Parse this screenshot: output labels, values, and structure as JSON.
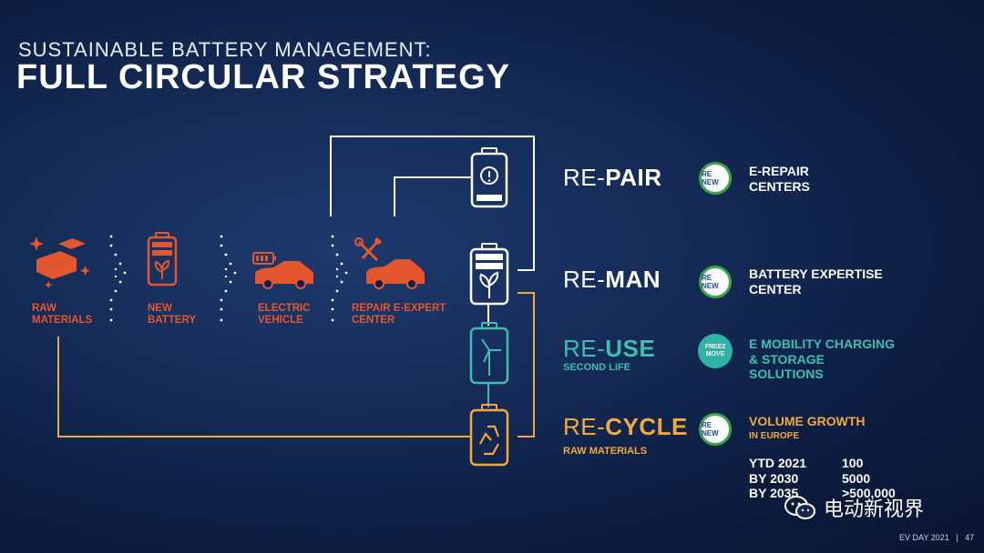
{
  "header": {
    "subtitle": "SUSTAINABLE BATTERY MANAGEMENT:",
    "title": "FULL CIRCULAR STRATEGY"
  },
  "flow": [
    {
      "label_line1": "RAW",
      "label_line2": "MATERIALS",
      "icon": "raw-materials-icon"
    },
    {
      "label_line1": "NEW",
      "label_line2": "BATTERY",
      "icon": "battery-leaf-icon"
    },
    {
      "label_line1": "ELECTRIC",
      "label_line2": "VEHICLE",
      "icon": "electric-car-icon"
    },
    {
      "label_line1": "REPAIR E-EXPERT",
      "label_line2": "CENTER",
      "icon": "repair-car-icon"
    }
  ],
  "strategies": [
    {
      "pre": "RE-",
      "post": "PAIR",
      "sub": "",
      "color": "#ffffff",
      "logo": "RE NEW",
      "desc_lines": [
        "E-REPAIR",
        "CENTERS"
      ]
    },
    {
      "pre": "RE-",
      "post": "MAN",
      "sub": "",
      "color": "#ffffff",
      "logo": "RE NEW",
      "desc_lines": [
        "BATTERY EXPERTISE",
        "CENTER"
      ]
    },
    {
      "pre": "RE-",
      "post": "USE",
      "sub": "SECOND LIFE",
      "color": "#3dbfb0",
      "logo": "FREE2 MOVE",
      "desc_lines": [
        "E MOBILITY CHARGING",
        "& STORAGE",
        "SOLUTIONS"
      ]
    },
    {
      "pre": "RE-",
      "post": "CYCLE",
      "sub": "RAW MATERIALS",
      "color": "#f2a93b",
      "logo": "RE NEW",
      "desc_lines": [
        "VOLUME GROWTH"
      ],
      "desc_sub": "IN EUROPE"
    }
  ],
  "stats": [
    {
      "label": "YTD 2021",
      "value": "100"
    },
    {
      "label": "BY 2030",
      "value": "5000"
    },
    {
      "label": "BY 2035",
      "value": ">500,000"
    }
  ],
  "footer": {
    "event": "EV DAY 2021",
    "page": "47"
  },
  "watermark": {
    "text": "电动新视界"
  },
  "colors": {
    "orange": "#e4572e",
    "teal": "#3dbfb0",
    "amber": "#f2a93b",
    "line_white": "#ffffff"
  }
}
